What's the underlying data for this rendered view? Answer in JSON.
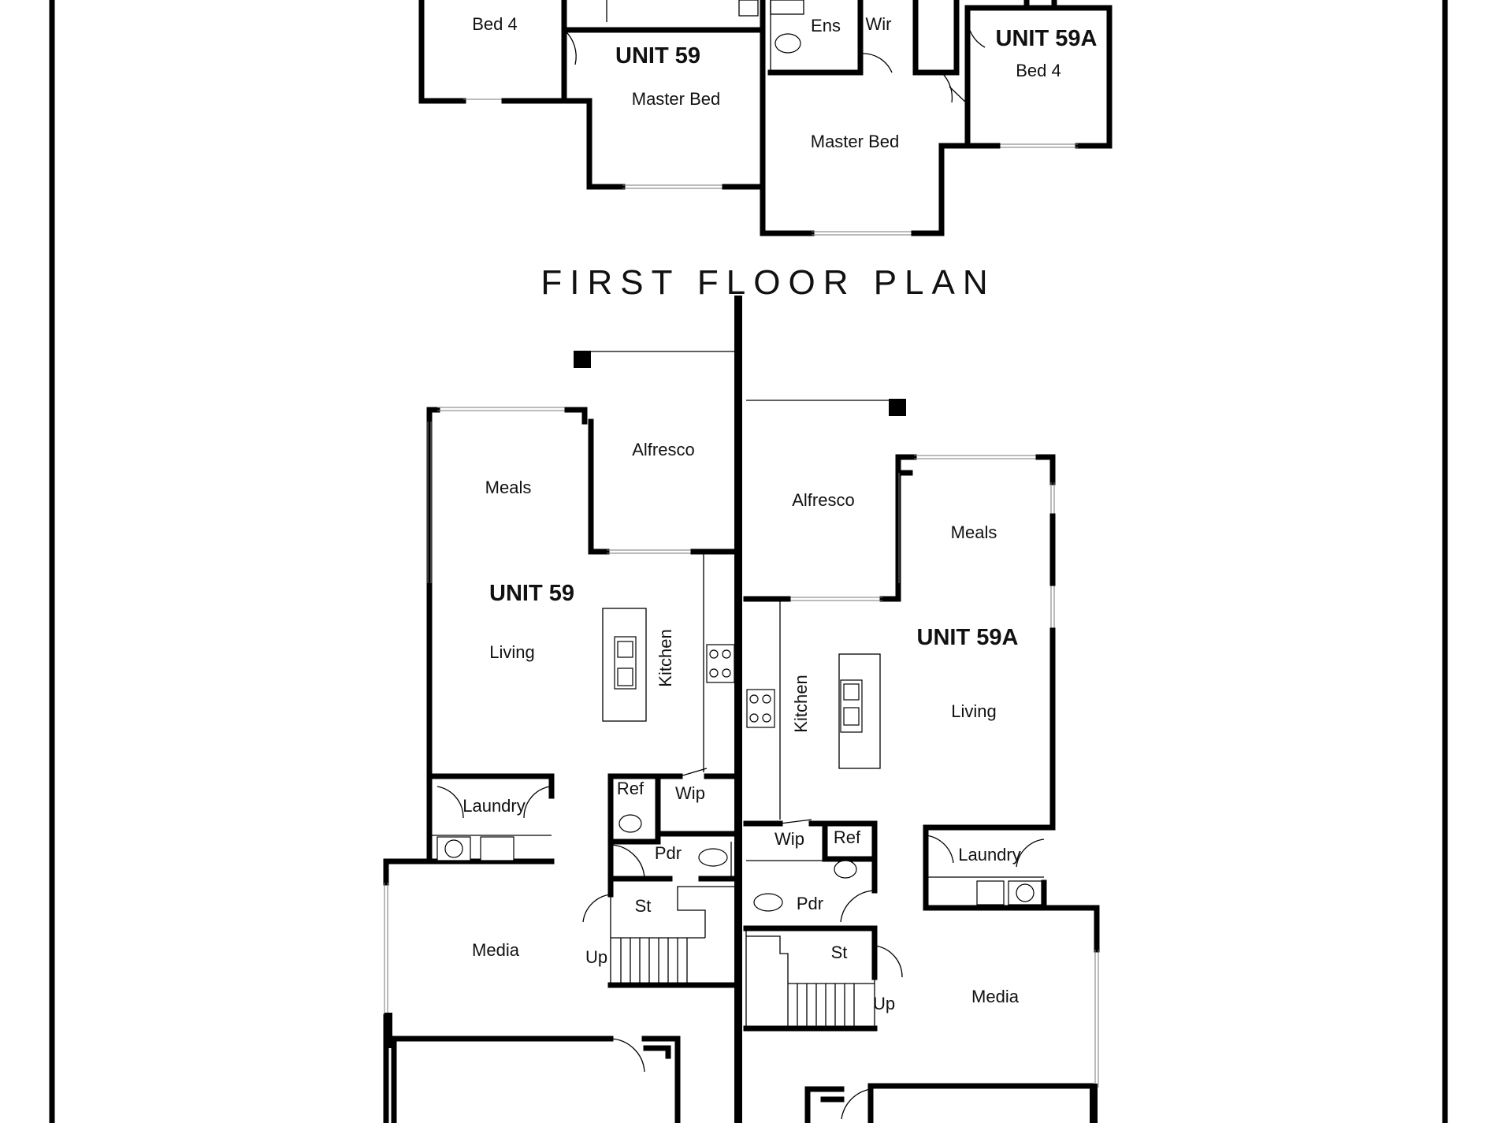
{
  "title": "FIRST FLOOR PLAN",
  "upper": {
    "unit59": {
      "unit": "UNIT 59",
      "bed4": "Bed 4",
      "master": "Master Bed"
    },
    "unit59a": {
      "unit": "UNIT 59A",
      "ens": "Ens",
      "wir": "Wir",
      "master": "Master Bed",
      "bed4": "Bed 4"
    }
  },
  "ground": {
    "unit59": {
      "unit": "UNIT 59",
      "meals": "Meals",
      "alfresco": "Alfresco",
      "living": "Living",
      "kitchen": "Kitchen",
      "ref": "Ref",
      "wip": "Wip",
      "laundry": "Laundry",
      "pdr": "Pdr",
      "st": "St",
      "up": "Up",
      "media": "Media"
    },
    "unit59a": {
      "unit": "UNIT 59A",
      "alfresco": "Alfresco",
      "meals": "Meals",
      "living": "Living",
      "kitchen": "Kitchen",
      "wip": "Wip",
      "ref": "Ref",
      "pdr": "Pdr",
      "laundry": "Laundry",
      "st": "St",
      "up": "Up",
      "media": "Media"
    }
  }
}
